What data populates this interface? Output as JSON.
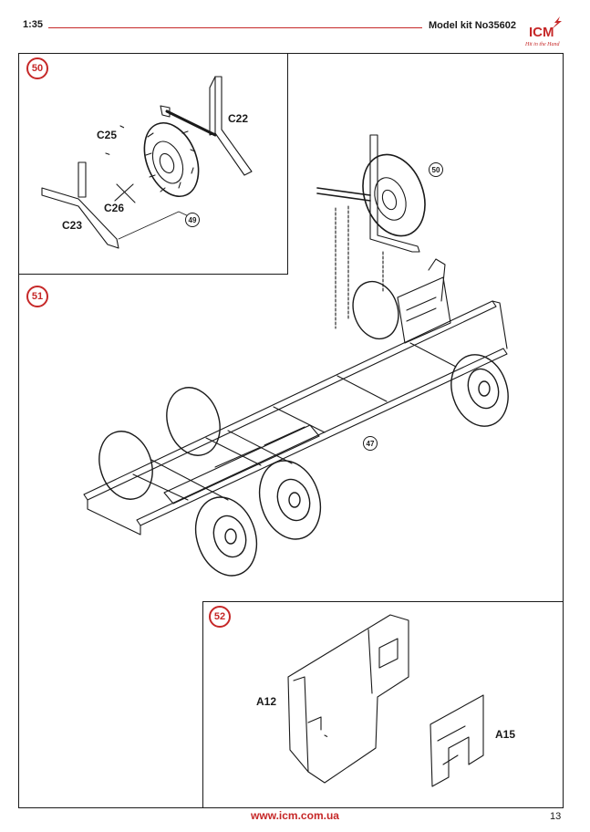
{
  "header": {
    "scale": "1:35",
    "model_kit": "Model kit No35602",
    "logo_text": "ICM",
    "logo_tagline": "Hit in the Hand"
  },
  "steps": {
    "step50": {
      "number": "50",
      "parts": [
        "C25",
        "C22",
        "C26",
        "C23"
      ],
      "ref": "49"
    },
    "step51": {
      "number": "51",
      "refs": [
        "50",
        "47"
      ]
    },
    "step52": {
      "number": "52",
      "parts": [
        "A12",
        "A15"
      ]
    }
  },
  "footer": {
    "url": "www.icm.com.ua",
    "page_number": "13"
  },
  "colors": {
    "accent": "#c62828",
    "line": "#1a1a1a"
  }
}
